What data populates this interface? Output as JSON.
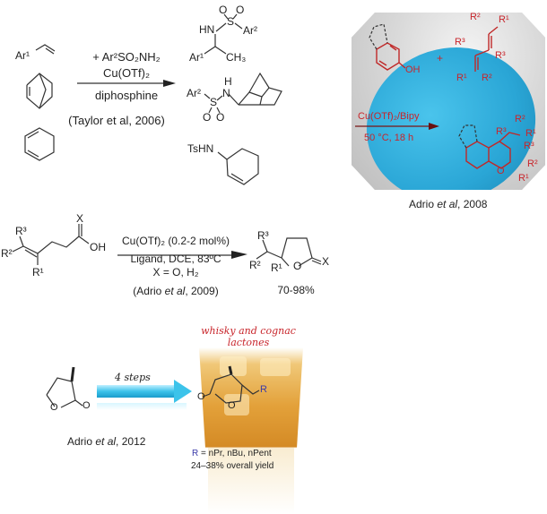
{
  "scheme1": {
    "reactant_styrene": "Ar¹",
    "reagent": "+ Ar²SO₂NH₂",
    "catalyst": "Cu(OTf)₂",
    "ligand": "diphosphine",
    "reference": "(Taylor et al, 2006)",
    "product1": {
      "o1": "O",
      "o2": "O",
      "s": "S",
      "hn": "HN",
      "ar2": "Ar²",
      "ar1": "Ar¹",
      "ch3": "CH₃"
    },
    "product2": {
      "ar2": "Ar²",
      "h": "H",
      "n": "N",
      "s": "S",
      "o1": "O",
      "o2": "O"
    },
    "product3": {
      "tshn": "TsHN"
    }
  },
  "flask_panel": {
    "oh": "OH",
    "plus": "+",
    "diene": {
      "r2a": "R²",
      "r1a": "R¹",
      "r3a": "R³",
      "r3b": "R³",
      "r1b": "R¹",
      "r2b": "R²"
    },
    "conditions_top": "Cu(OTf)₂/Bipy",
    "conditions_bottom": "50 °C, 18 h",
    "product": {
      "r2": "R²",
      "r3": "R³",
      "r1": "R¹",
      "r3b": "R³",
      "r2b": "R²",
      "r1b": "R¹",
      "o": "O"
    },
    "caption_prefix": "Adrio ",
    "caption_italic": "et al",
    "caption_suffix": ", 2008"
  },
  "scheme2": {
    "r3": "R³",
    "r2": "R²",
    "r1": "R¹",
    "x": "X",
    "oh": "OH",
    "catalyst": "Cu(OTf)₂ (0.2-2 mol%)",
    "conditions": "Ligand, DCE, 83ºC",
    "x_def": "X = O, H₂",
    "ref_prefix": "(Adrio ",
    "ref_italic": "et al",
    "ref_suffix": ", 2009)",
    "product": {
      "r3": "R³",
      "r2": "R²",
      "r1": "R¹",
      "o": "O",
      "x": "X"
    },
    "yield": "70-98%"
  },
  "scheme3": {
    "lactone_o1": "O",
    "lactone_o2": "O",
    "arrow_label": "4 steps",
    "ref_prefix": "Adrio ",
    "ref_italic": "et al",
    "ref_suffix": ", 2012",
    "title_line1": "whisky and cognac",
    "title_line2": "lactones",
    "product": {
      "o1": "O",
      "o2": "O",
      "r": "R"
    },
    "r_label": "R",
    "r_def": " = nPr, nBu, nPent",
    "yield": "24–38% overall yield"
  },
  "colors": {
    "red": "#c8252b",
    "blue_r": "#3a3aa8",
    "cyan": "#3cc3ea"
  }
}
